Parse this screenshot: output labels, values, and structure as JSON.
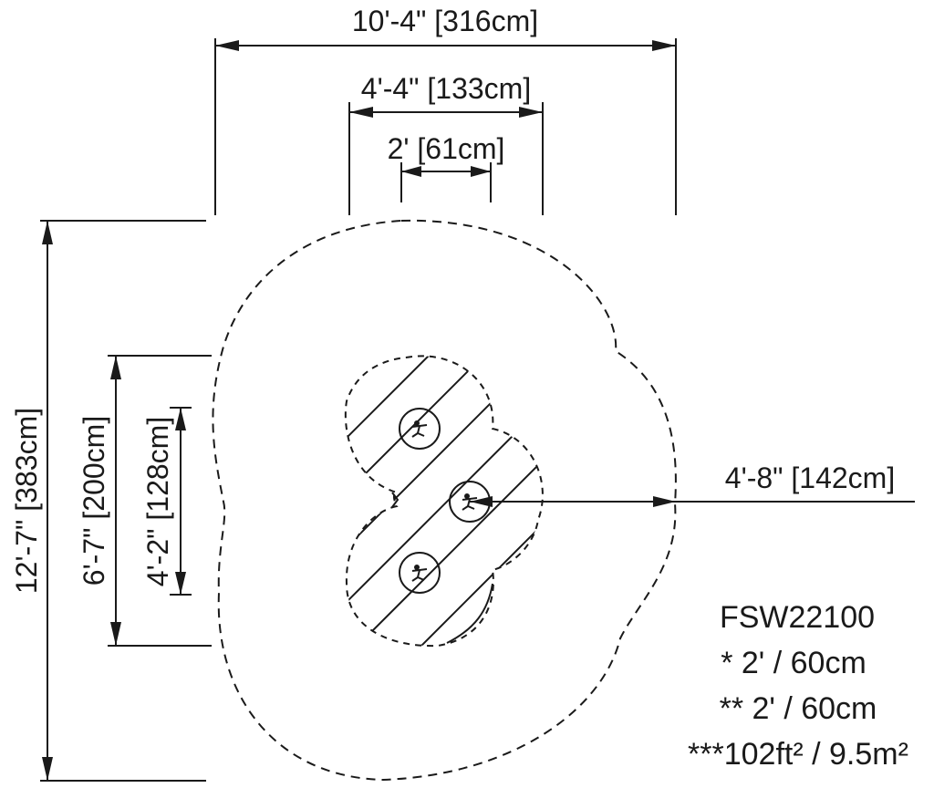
{
  "dimensions": {
    "overall_width": "10'-4\" [316cm]",
    "deck_width": "4'-4\" [133cm]",
    "inner_width": "2' [61cm]",
    "overall_length": "12'-7\" [383cm]",
    "deck_length": "6'-7\" [200cm]",
    "inner_length": "4'-2\" [128cm]",
    "side_clearance": "4'-8\" [142cm]"
  },
  "info": {
    "model": "FSW22100",
    "note_1": "* 2' / 60cm",
    "note_2": "** 2' / 60cm",
    "area": "***102ft² / 9.5m²"
  },
  "icons": [
    "spinner-icon",
    "spinner-icon",
    "spinner-icon"
  ]
}
